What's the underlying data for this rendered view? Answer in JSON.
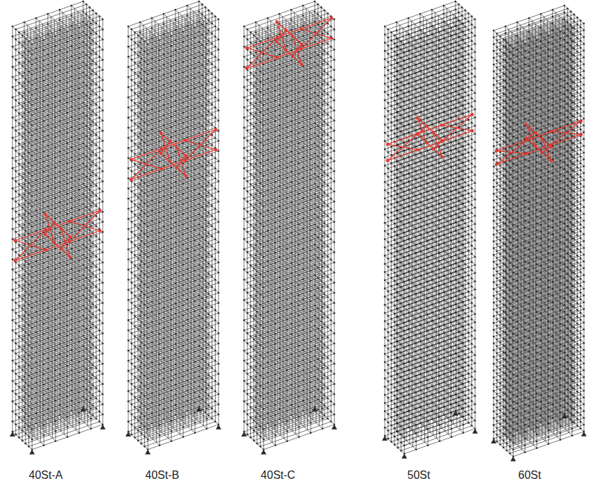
{
  "diagram": {
    "labels": [
      "40St-A",
      "40St-B",
      "40St-C",
      "50St",
      "60St"
    ]
  }
}
